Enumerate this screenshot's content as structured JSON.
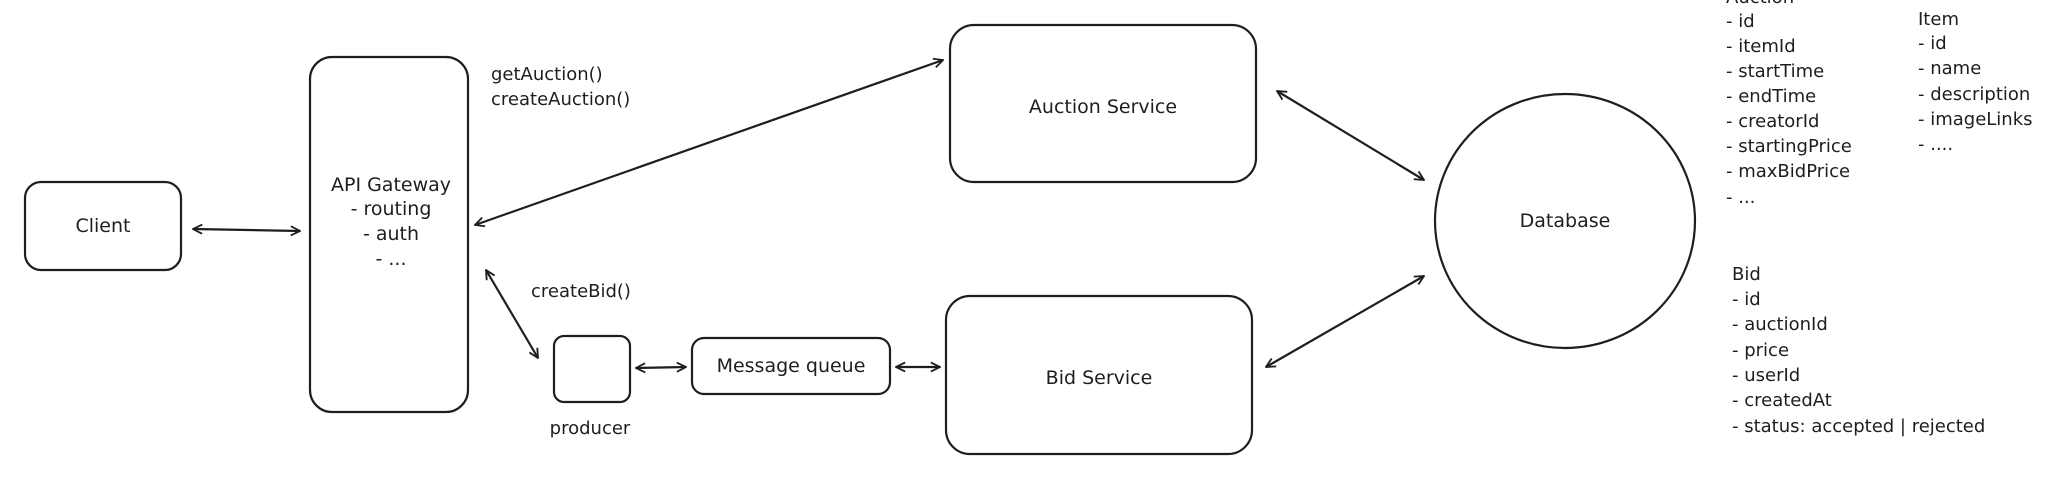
{
  "diagram": {
    "client": {
      "label": "Client"
    },
    "api_gateway": {
      "lines": [
        "API Gateway",
        "- routing",
        "- auth",
        "- ..."
      ]
    },
    "auction_service": {
      "label": "Auction Service"
    },
    "bid_service": {
      "label": "Bid Service"
    },
    "database": {
      "label": "Database"
    },
    "message_queue": {
      "label": "Message queue"
    },
    "producer": {
      "label": "producer"
    },
    "auction_ops": [
      "getAuction()",
      "createAuction()"
    ],
    "bid_ops": [
      "createBid()"
    ]
  },
  "schemas": {
    "auction": {
      "title": "Auction",
      "fields": [
        "- id",
        "- itemId",
        "- startTime",
        "- endTime",
        "- creatorId",
        "- startingPrice",
        "- maxBidPrice",
        "- ..."
      ]
    },
    "item": {
      "title": "Item",
      "fields": [
        "- id",
        "- name",
        "- description",
        "- imageLinks",
        "- ...."
      ]
    },
    "bid": {
      "title": "Bid",
      "fields": [
        "- id",
        "- auctionId",
        "- price",
        "- userId",
        "- createdAt",
        "- status: accepted | rejected"
      ]
    }
  }
}
